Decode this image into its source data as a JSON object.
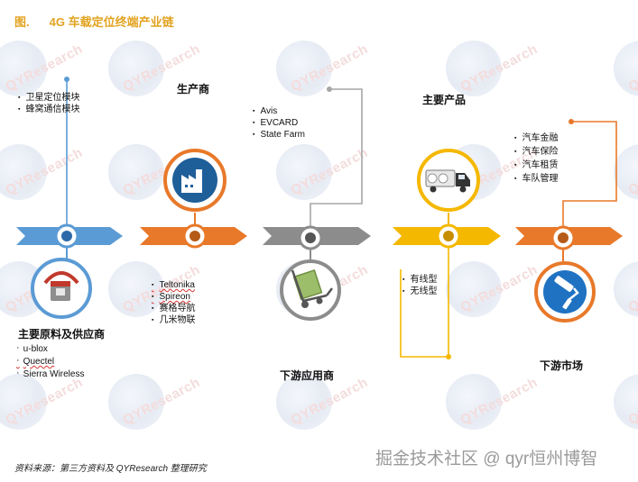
{
  "title": {
    "number": "图.",
    "text": "4G 车载定位终端产业链"
  },
  "watermark": "QYResearch",
  "stages": [
    {
      "id": "materials",
      "heading": "主要原料及供应商",
      "top_items": [
        "卫星定位模块",
        "蜂窝通信模块"
      ],
      "bottom_items": [
        "u-blox",
        "Quectel",
        "Sierra Wireless"
      ],
      "color": "#5b9bd5",
      "icon": "materials-bucket-icon"
    },
    {
      "id": "manufacturer",
      "heading": "生产商",
      "bottom_items": [
        "Teltonika",
        "Spireon",
        "赛格导航",
        "几米物联"
      ],
      "color": "#e8792a",
      "icon": "factory-icon"
    },
    {
      "id": "downstream-app",
      "heading": "下游应用商",
      "top_items": [
        "Avis",
        "EVCARD",
        "State Farm"
      ],
      "color": "#8c8c8c",
      "icon": "hand-truck-icon"
    },
    {
      "id": "products",
      "heading": "主要产品",
      "bottom_items": [
        "有线型",
        "无线型"
      ],
      "color": "#f5b800",
      "icon": "truck-icon"
    },
    {
      "id": "market",
      "heading": "下游市场",
      "top_items": [
        "汽车金融",
        "汽车保险",
        "汽车租赁",
        "车队管理"
      ],
      "color": "#e8792a",
      "icon": "paint-roller-icon"
    }
  ],
  "source": "资料来源：第三方资料及 QYResearch 整理研究",
  "credit": "掘金技术社区 @ qyr恒州博智"
}
